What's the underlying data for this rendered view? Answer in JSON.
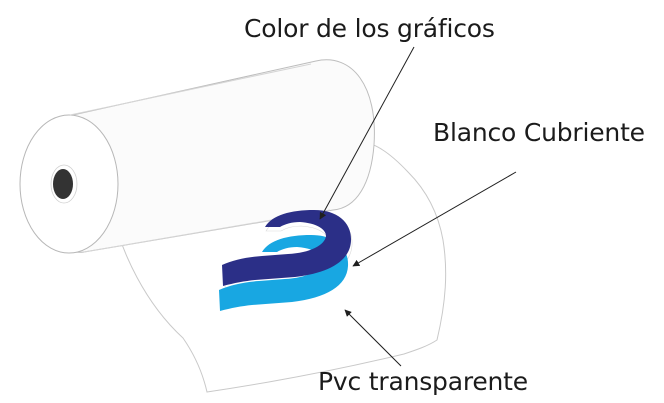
{
  "labels": {
    "graphics_color": "Color de los gráficos",
    "white_cover": "Blanco Cubriente",
    "clear_pvc": "Pvc transparente"
  },
  "colors": {
    "outline": "#b7b7b7",
    "film_edge": "#c9c9c9",
    "core_hole": "#333333",
    "graphic_dark": "#2b2f87",
    "graphic_light": "#18a7e2",
    "arrow": "#1f1f1f"
  },
  "icons": {
    "roll": "film-roll-icon",
    "graphic": "logo-graphic-icon"
  }
}
